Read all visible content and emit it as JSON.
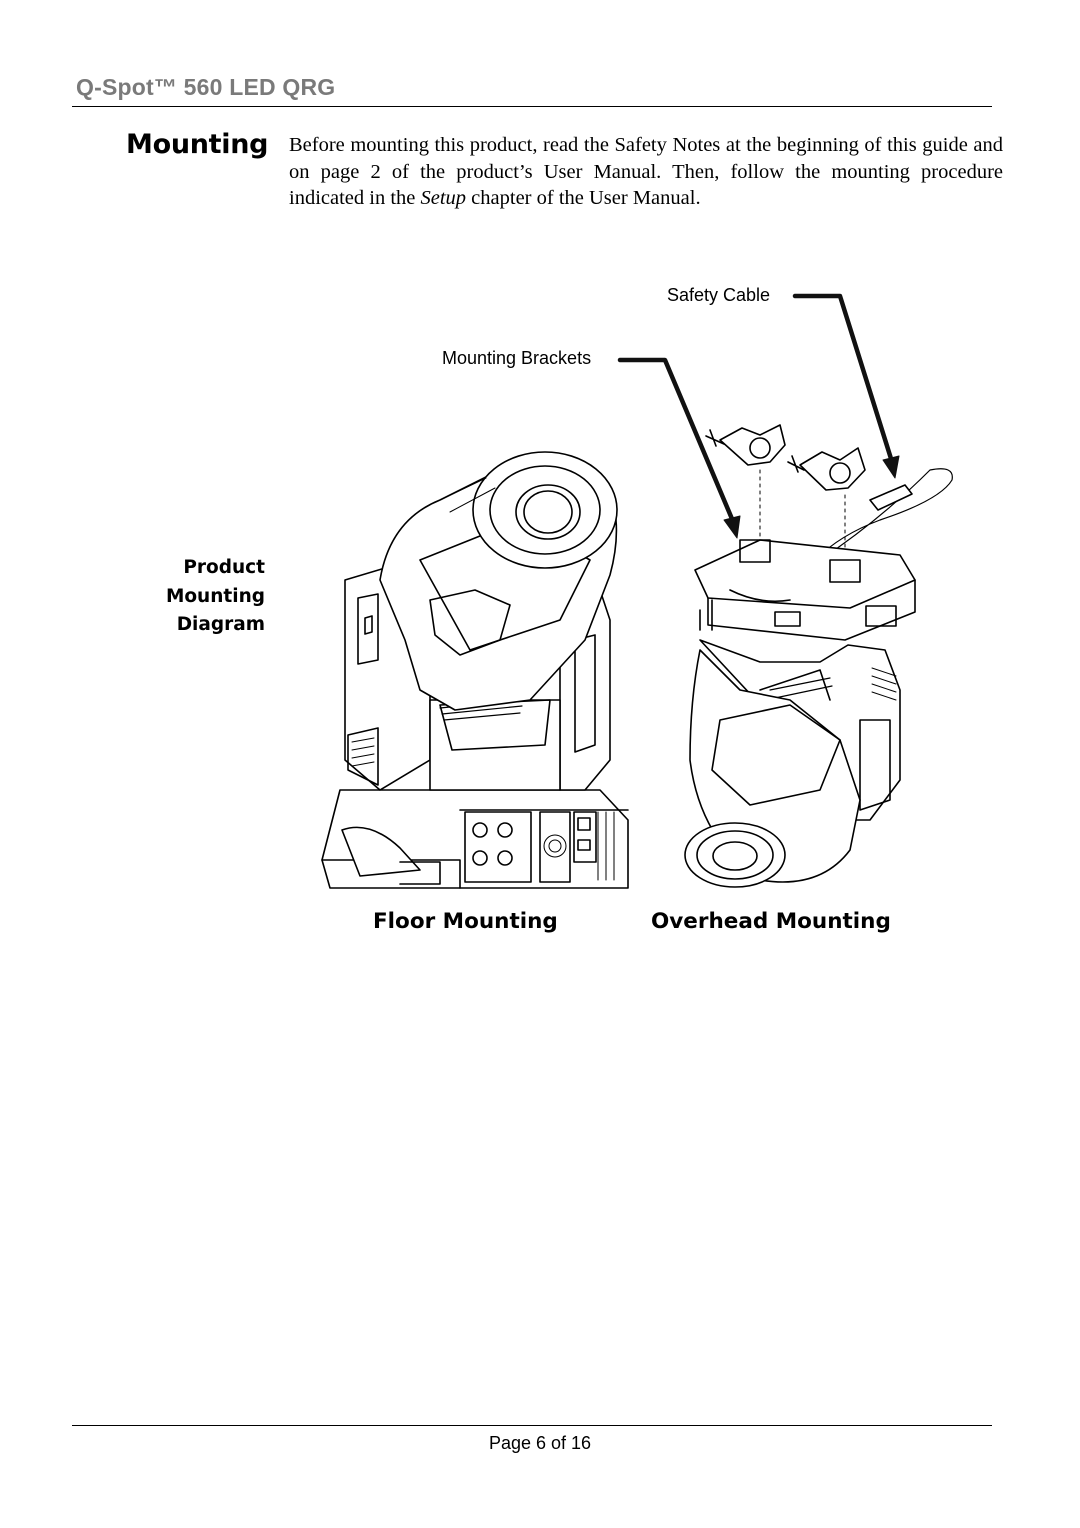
{
  "header": {
    "title": "Q-Spot™ 560 LED QRG"
  },
  "section": {
    "heading": "Mounting",
    "intro_part1": "Before mounting this product, read the Safety Notes at the beginning of this guide and on page 2 of the product’s User Manual. Then, follow the mounting procedure indicated in the ",
    "intro_emph": "Setup",
    "intro_part2": " chapter of the User Manual."
  },
  "figure": {
    "side_label_lines": [
      "Product",
      "Mounting",
      "Diagram"
    ],
    "callouts": {
      "safety_cable": "Safety Cable",
      "mounting_brackets": "Mounting Brackets"
    },
    "captions": {
      "floor": "Floor Mounting",
      "overhead": "Overhead Mounting"
    }
  },
  "footer": {
    "page_label": "Page 6 of 16"
  }
}
